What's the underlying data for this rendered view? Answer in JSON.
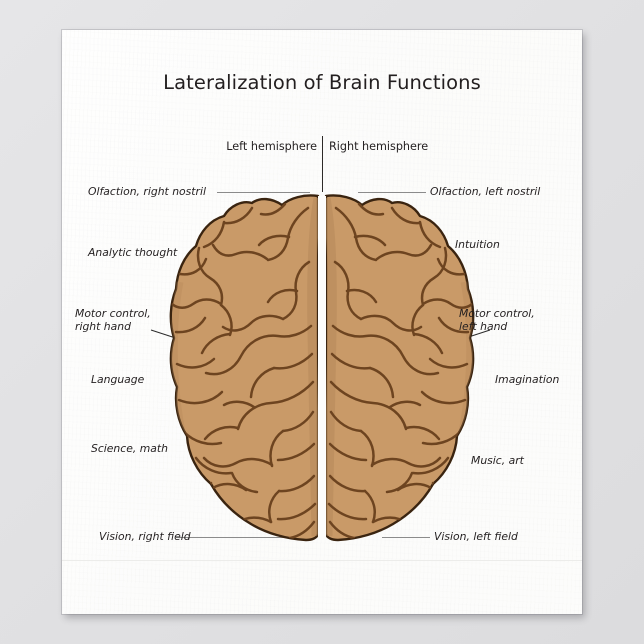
{
  "poster": {
    "title": "Lateralization of Brain Functions",
    "background_color": "#fdfdfc",
    "scene_background_color": "#e3e3e5"
  },
  "diagram": {
    "hemispheres": {
      "left_label": "Left hemisphere",
      "right_label": "Right hemisphere"
    },
    "brain": {
      "fill_color": "#c99a68",
      "sulci_color": "#6d4420",
      "outline_color": "#3a2410",
      "shadow_color": "#b5885a",
      "view": "superior (top-down) view of cerebrum, two hemispheres"
    },
    "left_hemisphere_functions": [
      "Olfaction, right nostril",
      "Analytic thought",
      "Motor control,\nright hand",
      "Language",
      "Science, math",
      "Vision, right field"
    ],
    "right_hemisphere_functions": [
      "Olfaction, left nostril",
      "Intuition",
      "Motor control,\nleft hand",
      "Imagination",
      "Music, art",
      "Vision, left field"
    ],
    "leader_line_color": "#8b8b8b",
    "diagonal_leader_color": "#2b2b2b"
  }
}
